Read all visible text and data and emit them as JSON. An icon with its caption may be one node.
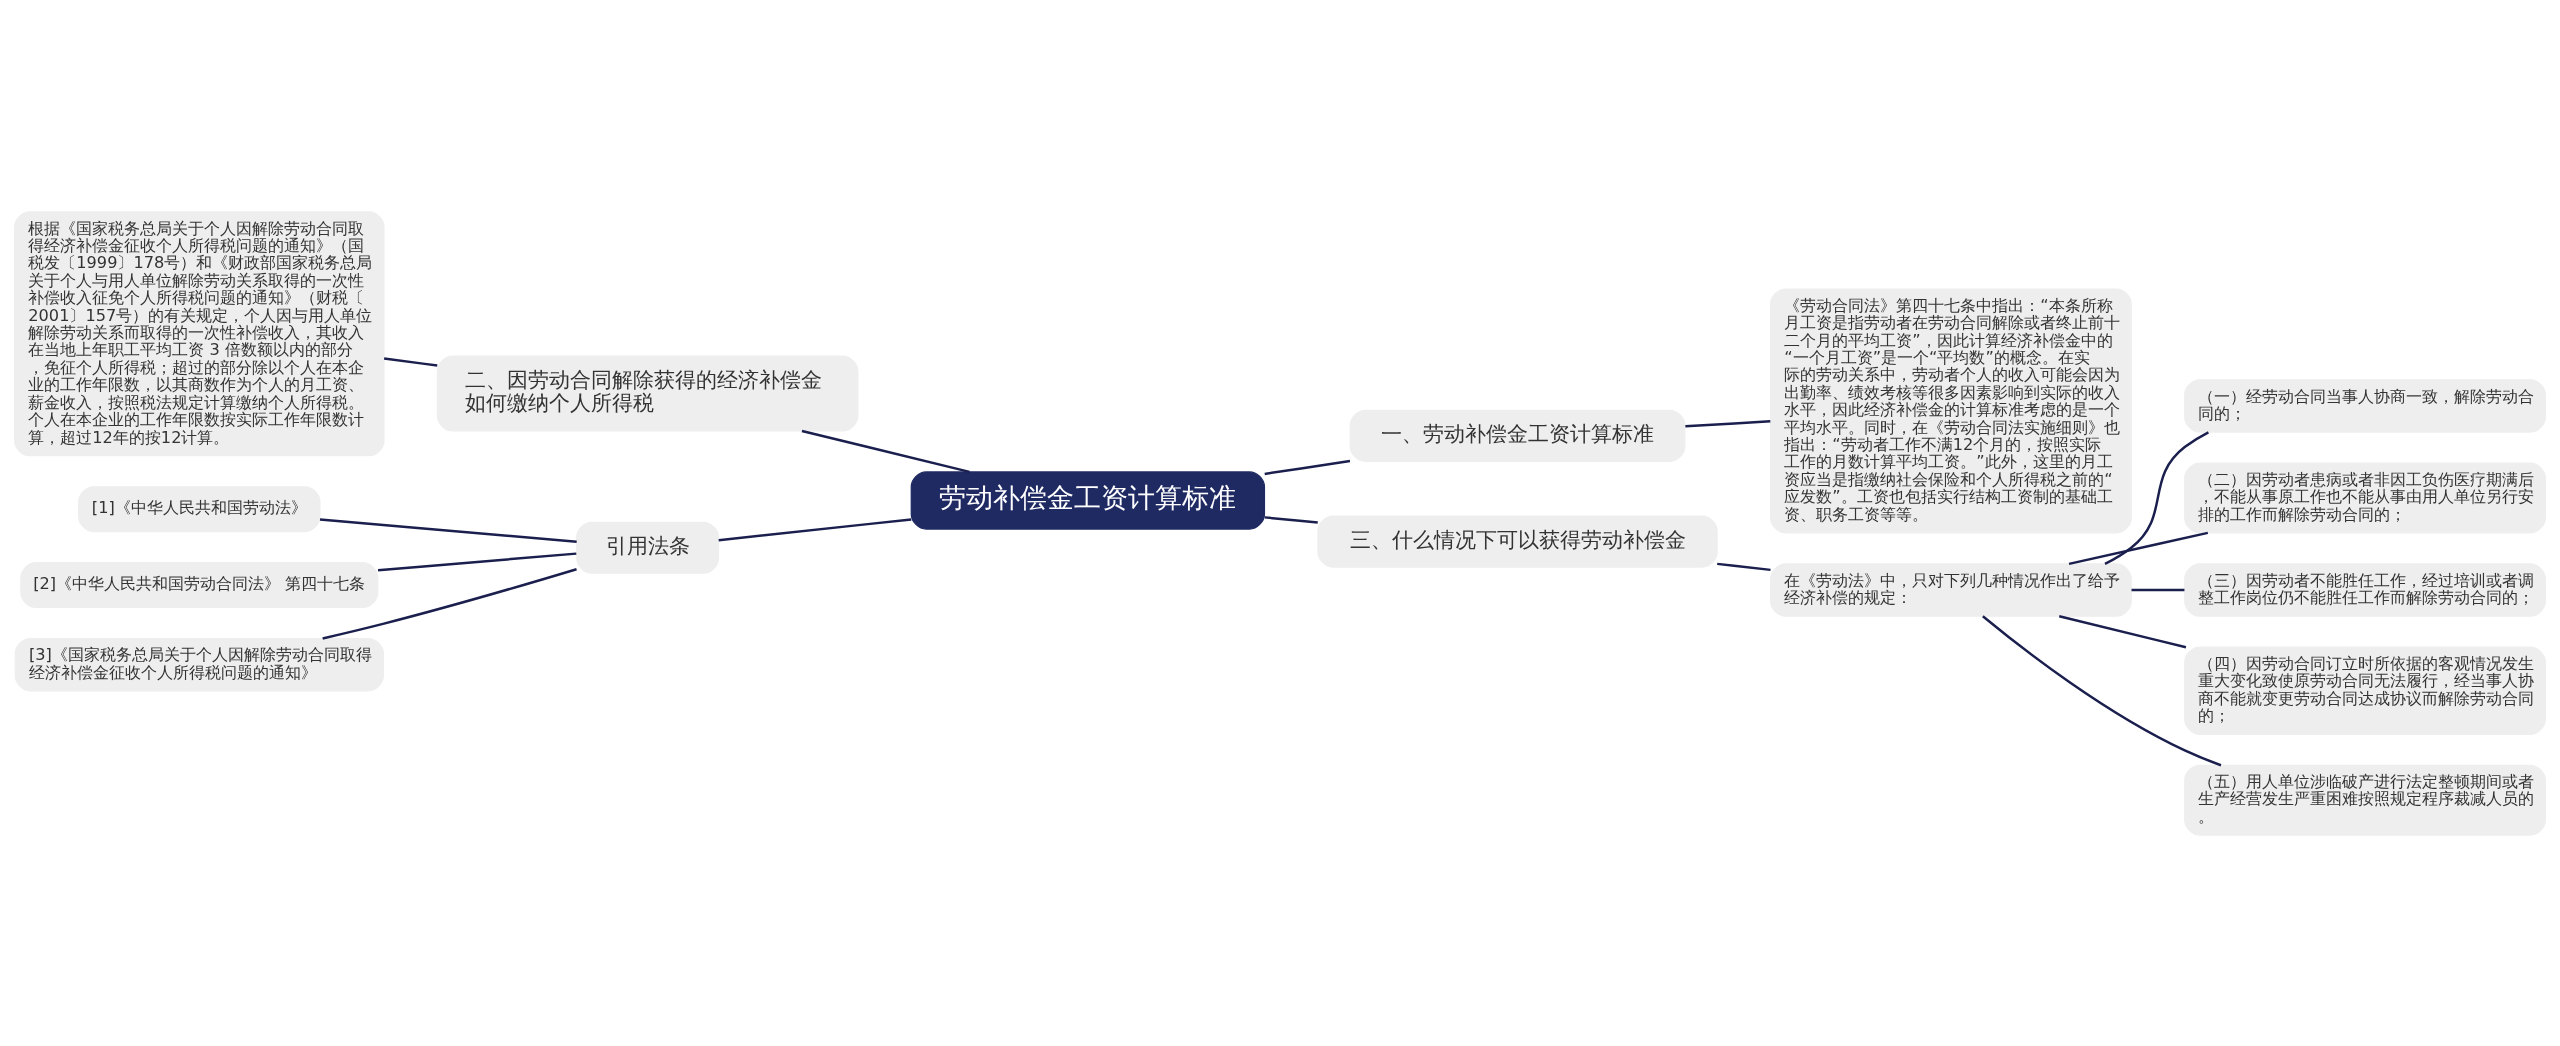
{
  "diagram": {
    "nodes": [
      {
        "text": [
          "劳动补偿金工资计算标准"
        ]
      },
      {
        "text": [
          "一、劳动补偿金工资计算标准"
        ]
      },
      {
        "text": [
          "《劳动合同法》第四十七条中指出：“本条所称月工资是指劳动者在劳动合同解除或者终止前十二个月的平均工资”，因此计算经济补偿金中的“一个月工资”是一个“平均数”的概念。在实际的劳动关系中，劳动者个人的收入可能会因为出勤率、绩效考核等很多因素影响到实际的收入水平，因此经济补偿金的计算标准考虑的是一个平均水平。同时，在《劳动合同法实施细则》也指出：“劳动者工作不满12个月的，按照实际工作的月数计算平均工资。”此外，这里的月工资应当是指缴纳社会保险和个人所得税之前的“应发数”。工资也包括实行结构工资制的基础工资、职务工资等等。"
        ]
      },
      {
        "text": [
          "二、因劳动合同解除获得的经济补偿金如何缴纳个人所得税"
        ]
      },
      {
        "text": [
          "根据《国家税务总局关于个人因解除劳动合同取得经济补偿金征收个人所得税问题的通知》（国税发〔1999〕178号）和《财政部国家税务总局关于个人与用人单位解除劳动关系取得的一次性补偿收入征免个人所得税问题的通知》（财税〔2001〕157号）的有关规定，个人因与用人单位解除劳动关系而取得的一次性补偿收入，其收入在当地上年职工平均工资 3 倍数额以内的部分，免征个人所得税；超过的部分除以个人在本企业的工作年限数，以其商数作为个人的月工资、薪金收入，按照税法规定计算缴纳个人所得税。个人在本企业的工作年限数按实际工作年限数计算，超过12年的按12计算。"
        ]
      },
      {
        "text": [
          "引用法条"
        ]
      },
      {
        "text": [
          "[1]《中华人民共和国劳动法》"
        ]
      },
      {
        "text": [
          "[2]《中华人民共和国劳动合同法》 第四十七条"
        ]
      },
      {
        "text": [
          "[3]《国家税务总局关于个人因解除劳动合同取得经济补偿金征收个人所得税问题的通知》"
        ]
      },
      {
        "text": [
          "三、什么情况下可以获得劳动补偿金"
        ]
      },
      {
        "text": [
          "在《劳动法》中，只对下列几种情况作出了给予经济补偿的规定："
        ]
      },
      {
        "text": [
          "（一）经劳动合同当事人协商一致，解除劳动合同的；"
        ]
      },
      {
        "text": [
          "（二）因劳动者患病或者非因工负伤医疗期满后，不能从事原工作也不能从事由用人单位另行安排的工作而解除劳动合同的；"
        ]
      },
      {
        "text": [
          "（三）因劳动者不能胜任工作，经过培训或者调整工作岗位仍不能胜任工作而解除劳动合同的；"
        ]
      },
      {
        "text": [
          "（四）因劳动合同订立时所依据的客观情况发生重大变化致使原劳动合同无法履行，经当事人协商不能就变更劳动合同达成协议而解除劳动合同的；"
        ]
      },
      {
        "text": [
          "（五）用人单位涉临破产进行法定整顿期间或者生产经营发生严重困难按照规定程序裁减人员的。"
        ]
      }
    ],
    "edges": [
      {
        "from": 0,
        "to": 1,
        "arrow": "none"
      },
      {
        "from": 1,
        "to": 2,
        "arrow": "none"
      },
      {
        "from": 0,
        "to": 3,
        "arrow": "none"
      },
      {
        "from": 3,
        "to": 4,
        "arrow": "none"
      },
      {
        "from": 0,
        "to": 5,
        "arrow": "none"
      },
      {
        "from": 5,
        "to": 6,
        "arrow": "none"
      },
      {
        "from": 5,
        "to": 7,
        "arrow": "none"
      },
      {
        "from": 5,
        "to": 8,
        "arrow": "none"
      },
      {
        "from": 0,
        "to": 9,
        "arrow": "none"
      },
      {
        "from": 9,
        "to": 10,
        "arrow": "none"
      },
      {
        "from": 10,
        "to": 11,
        "arrow": "none"
      },
      {
        "from": 10,
        "to": 12,
        "arrow": "none"
      },
      {
        "from": 10,
        "to": 13,
        "arrow": "none"
      },
      {
        "from": 10,
        "to": 14,
        "arrow": "none"
      },
      {
        "from": 10,
        "to": 15,
        "arrow": "none"
      }
    ]
  }
}
